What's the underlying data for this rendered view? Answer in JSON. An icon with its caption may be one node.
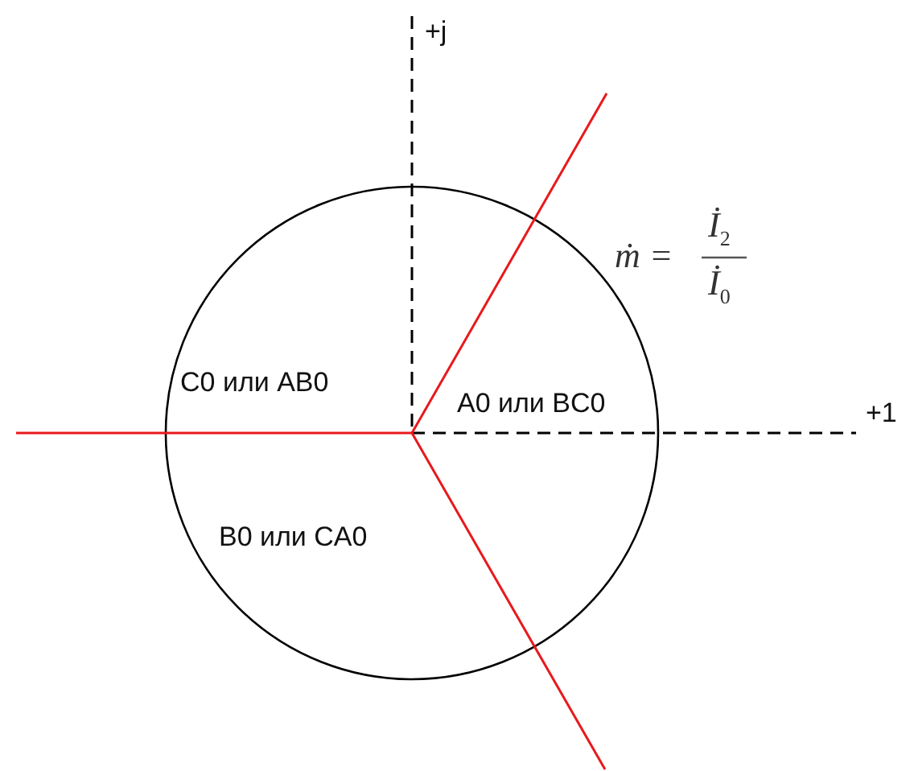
{
  "diagram": {
    "labels": [
      "+j",
      "+1",
      "C0 или AB0",
      "A0 или BC0",
      "B0 или CA0",
      "ṁ =",
      "İ$_{2}$",
      "İ$_{0}$"
    ]
  }
}
